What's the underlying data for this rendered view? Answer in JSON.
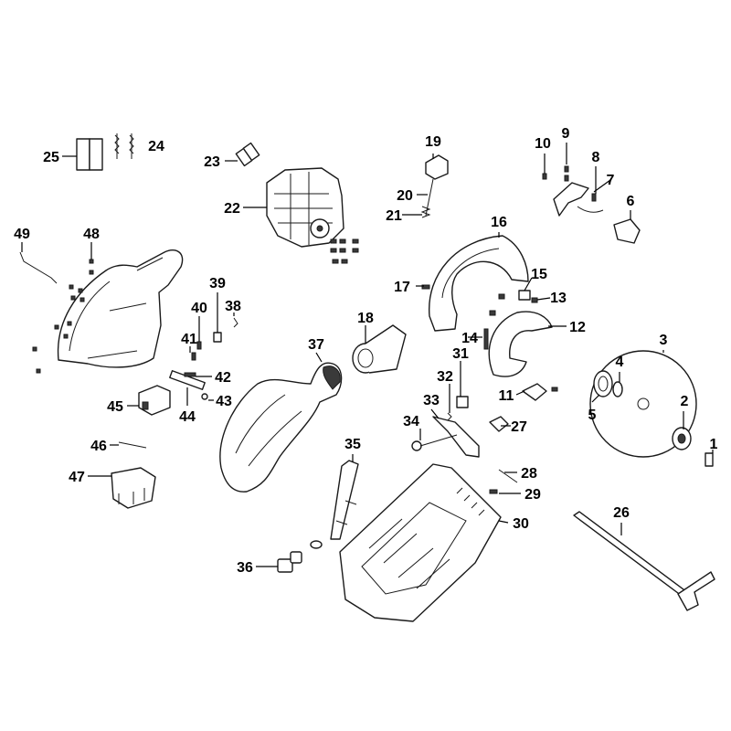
{
  "callouts": [
    "1",
    "2",
    "3",
    "4",
    "5",
    "6",
    "7",
    "8",
    "9",
    "10",
    "11",
    "12",
    "13",
    "14",
    "15",
    "16",
    "17",
    "18",
    "19",
    "20",
    "21",
    "22",
    "23",
    "24",
    "25",
    "26",
    "27",
    "28",
    "29",
    "30",
    "31",
    "32",
    "33",
    "34",
    "35",
    "36",
    "37",
    "38",
    "39",
    "40",
    "41",
    "42",
    "43",
    "44",
    "45",
    "46",
    "47",
    "48",
    "49"
  ]
}
